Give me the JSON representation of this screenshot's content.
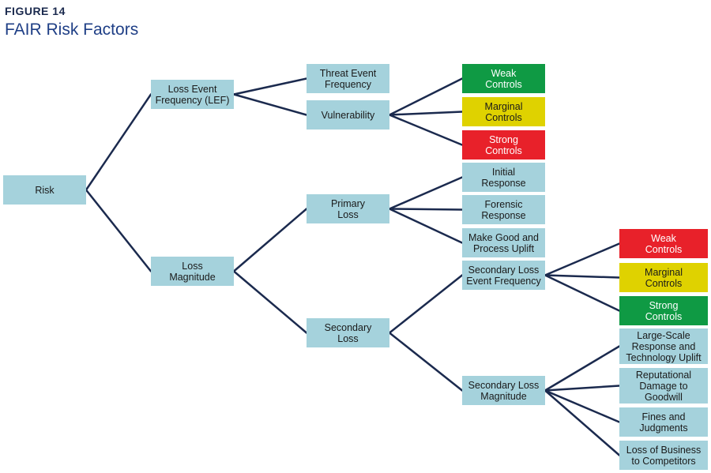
{
  "figure_label": "FIGURE 14",
  "title": "FAIR Risk Factors",
  "colors": {
    "node": "#a5d2dc",
    "weak_green": "#0f9a44",
    "marginal_yellow": "#dfd200",
    "strong_red": "#e8212a",
    "line": "#1b2a4e"
  },
  "nodes": {
    "risk": "Risk",
    "lef": "Loss Event\nFrequency (LEF)",
    "lm": "Loss\nMagnitude",
    "tef": "Threat Event\nFrequency",
    "vuln": "Vulnerability",
    "weak1": "Weak\nControls",
    "marg1": "Marginal\nControls",
    "strong1": "Strong\nControls",
    "primary": "Primary\nLoss",
    "secondary": "Secondary\nLoss",
    "initial": "Initial\nResponse",
    "forensic": "Forensic\nResponse",
    "makegood": "Make Good and\nProcess Uplift",
    "slef": "Secondary Loss\nEvent Frequency",
    "slm": "Secondary Loss\nMagnitude",
    "weak2": "Weak\nControls",
    "marg2": "Marginal\nControls",
    "strong2": "Strong\nControls",
    "large": "Large-Scale\nResponse and\nTechnology Uplift",
    "rep": "Reputational\nDamage to\nGoodwill",
    "fines": "Fines and\nJudgments",
    "lob": "Loss of Business\nto Competitors"
  },
  "edges": [
    [
      "risk",
      "lef"
    ],
    [
      "risk",
      "lm"
    ],
    [
      "lef",
      "tef"
    ],
    [
      "lef",
      "vuln"
    ],
    [
      "vuln",
      "weak1"
    ],
    [
      "vuln",
      "marg1"
    ],
    [
      "vuln",
      "strong1"
    ],
    [
      "lm",
      "primary"
    ],
    [
      "lm",
      "secondary"
    ],
    [
      "primary",
      "initial"
    ],
    [
      "primary",
      "forensic"
    ],
    [
      "primary",
      "makegood"
    ],
    [
      "secondary",
      "slef"
    ],
    [
      "secondary",
      "slm"
    ],
    [
      "slef",
      "weak2"
    ],
    [
      "slef",
      "marg2"
    ],
    [
      "slef",
      "strong2"
    ],
    [
      "slm",
      "large"
    ],
    [
      "slm",
      "rep"
    ],
    [
      "slm",
      "fines"
    ],
    [
      "slm",
      "lob"
    ]
  ]
}
